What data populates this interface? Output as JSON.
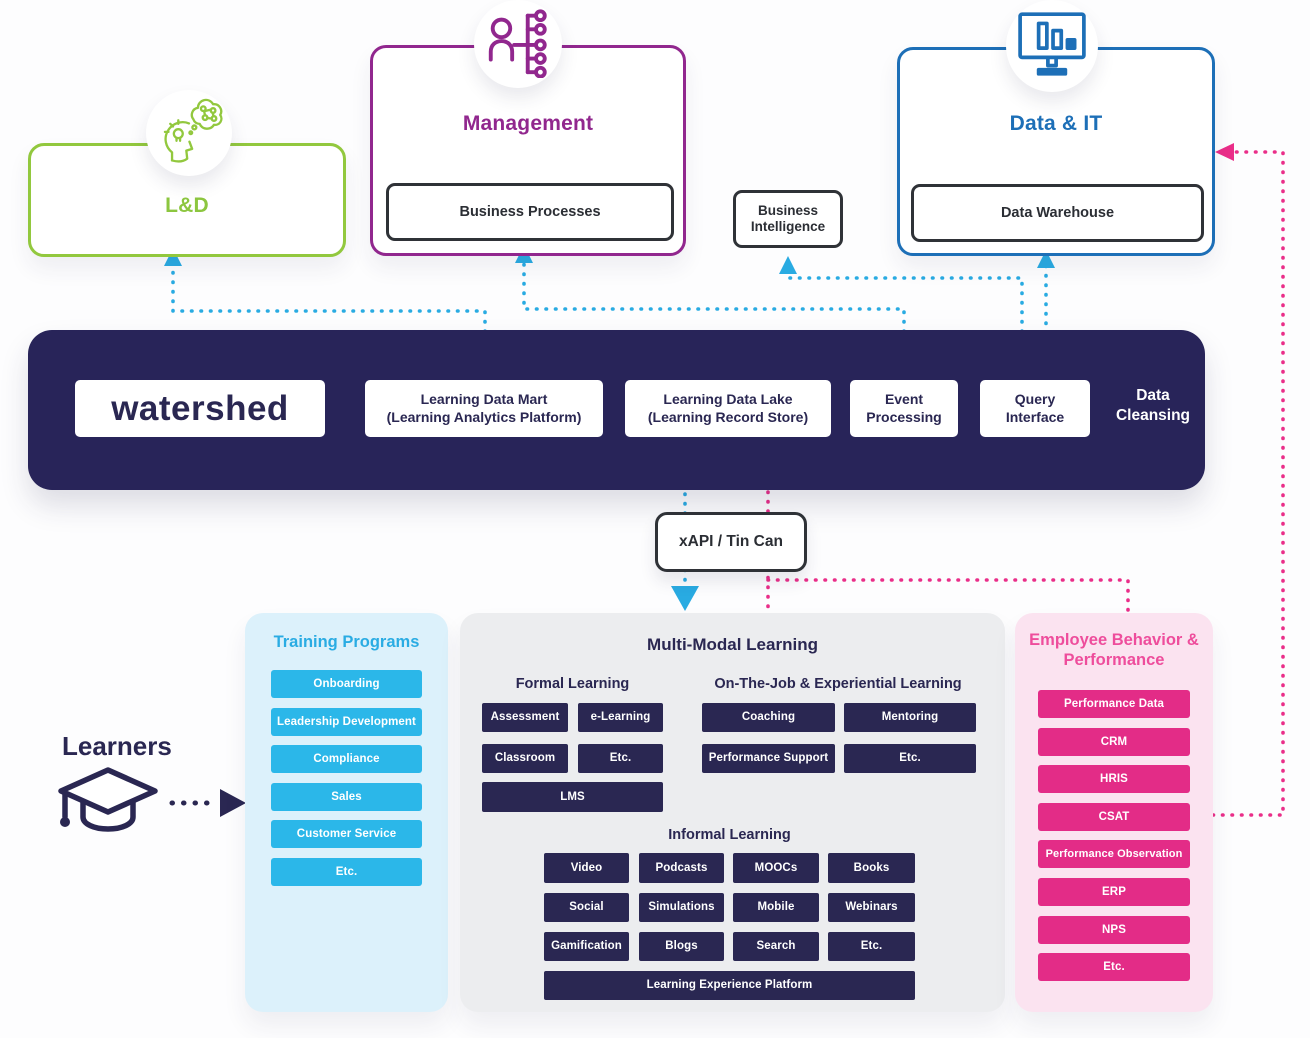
{
  "colors": {
    "cyan_arrow": "#29ABE2",
    "pink_arrow": "#EA2E89",
    "navy": "#2A2752",
    "green": "#92C83E",
    "purple": "#91278E",
    "blue": "#1D6FB7",
    "navy_bar_bg": "#282459",
    "training_bg": "#DCF1FB",
    "multimodal_bg": "#ECEDEF",
    "employee_bg": "#FBE3F0"
  },
  "top": {
    "ld": {
      "label": "L&D"
    },
    "management": {
      "label": "Management",
      "sub": "Business Processes"
    },
    "business_intelligence": {
      "label": "Business Intelligence"
    },
    "data_it": {
      "label": "Data & IT",
      "sub": "Data Warehouse"
    }
  },
  "platform": {
    "logo": "watershed",
    "boxes": [
      {
        "line1": "Learning Data Mart",
        "line2": "(Learning Analytics Platform)"
      },
      {
        "line1": "Learning Data Lake",
        "line2": "(Learning Record Store)"
      },
      {
        "line1": "Event",
        "line2": "Processing"
      },
      {
        "line1": "Query",
        "line2": "Interface"
      }
    ],
    "side_label": "Data Cleansing"
  },
  "xapi": {
    "label": "xAPI / Tin Can"
  },
  "learners": {
    "label": "Learners"
  },
  "training": {
    "title": "Training Programs",
    "items": [
      "Onboarding",
      "Leadership Development",
      "Compliance",
      "Sales",
      "Customer Service",
      "Etc."
    ]
  },
  "multimodal": {
    "title": "Multi-Modal Learning",
    "formal": {
      "title": "Formal Learning",
      "items": [
        "Assessment",
        "e-Learning",
        "Classroom",
        "Etc."
      ],
      "wide": "LMS"
    },
    "otj": {
      "title": "On-The-Job & Experiential Learning",
      "items": [
        "Coaching",
        "Mentoring",
        "Performance Support",
        "Etc."
      ]
    },
    "informal": {
      "title": "Informal Learning",
      "items": [
        "Video",
        "Podcasts",
        "MOOCs",
        "Books",
        "Social",
        "Simulations",
        "Mobile",
        "Webinars",
        "Gamification",
        "Blogs",
        "Search",
        "Etc."
      ],
      "wide": "Learning Experience Platform"
    }
  },
  "employee": {
    "title": "Employee Behavior & Performance",
    "items": [
      "Performance Data",
      "CRM",
      "HRIS",
      "CSAT",
      "Performance Observation",
      "ERP",
      "NPS",
      "Etc."
    ]
  }
}
